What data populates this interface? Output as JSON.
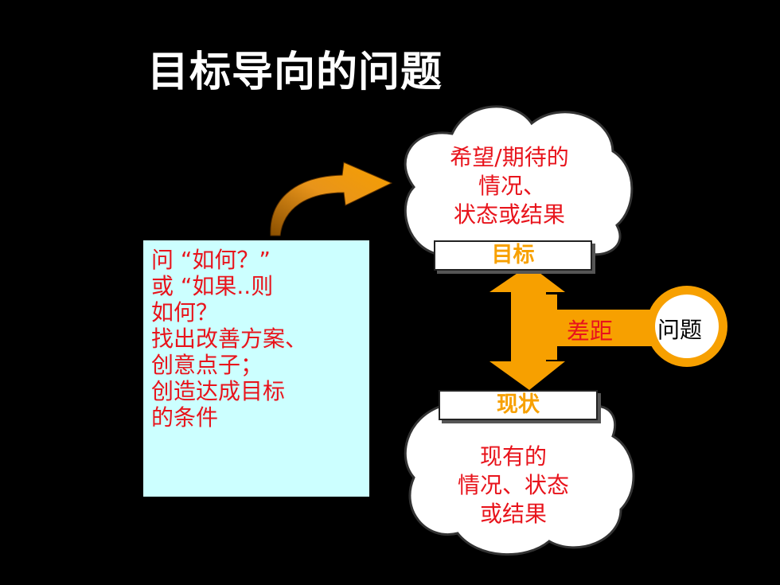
{
  "title": "目标导向的问题",
  "goal_cloud": {
    "lines": [
      "希望/期待的",
      "情况、",
      "状态或结果"
    ]
  },
  "goal_label": "目标",
  "current_label": "现状",
  "current_cloud": {
    "lines": [
      "现有的",
      "情况、状态",
      "或结果"
    ]
  },
  "gap_label": "差距",
  "problem_label": "问题",
  "note": {
    "lines": [
      "问 “如何？”",
      "或 “如果..则",
      "如何？",
      "找出改善方案、",
      "创意点子；",
      "创造达成目标",
      "的条件"
    ]
  },
  "colors": {
    "text_red": "#e8141c",
    "accent_orange": "#f7a000",
    "note_bg": "#ccffff",
    "background": "#000000"
  }
}
